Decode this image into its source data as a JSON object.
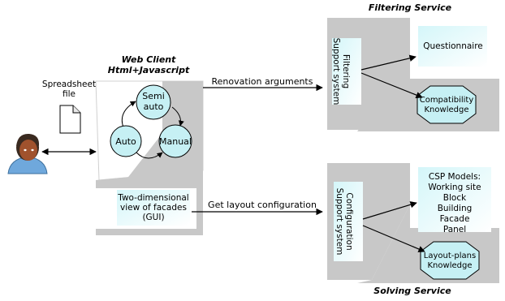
{
  "web_client": {
    "title": "Web Client",
    "subtitle": "Html+Javascript",
    "modes": {
      "semi_line1": "Semi",
      "semi_line2": "auto",
      "auto": "Auto",
      "manual": "Manual"
    },
    "gui_line1": "Two-dimensional",
    "gui_line2": "view of facades",
    "gui_line3": "(GUI)"
  },
  "spreadsheet": {
    "line1": "Spreadsheet",
    "line2": "file"
  },
  "arrows": {
    "renovation": "Renovation arguments",
    "layout": "Get layout configuration"
  },
  "filtering_service": {
    "title": "Filtering Service",
    "system_line1": "Filtering",
    "system_line2": "Support system",
    "questionnaire": "Questionnaire",
    "knowledge_line1": "Compatibility",
    "knowledge_line2": "Knowledge"
  },
  "solving_service": {
    "title": "Solving Service",
    "system_line1": "Configuration",
    "system_line2": "Support system",
    "models": [
      "CSP Models:",
      "Working site",
      "Block",
      "Building",
      "Facade",
      "Panel"
    ],
    "knowledge_line1": "Layout-plans",
    "knowledge_line2": "Knowledge"
  },
  "colors": {
    "panel_gray": "#c8c8c8",
    "box_cyan": "#d4f6f9",
    "node_cyan": "#c6f0f4",
    "stroke": "#000000",
    "user_skin": "#a0522d",
    "user_hair": "#3a2a20",
    "user_shirt": "#6fa8dc"
  }
}
